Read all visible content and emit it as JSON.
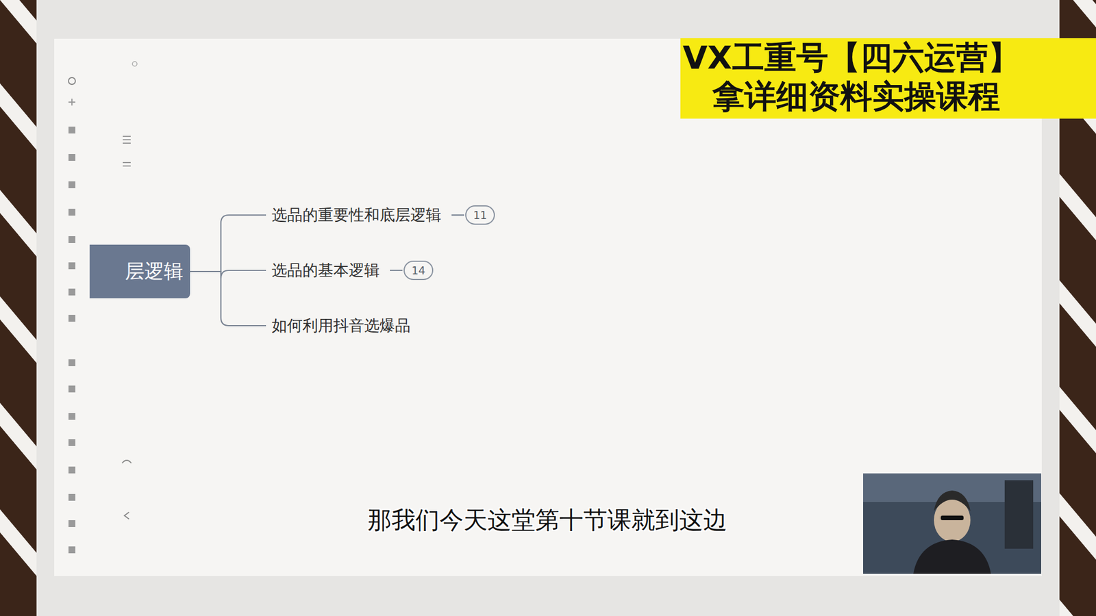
{
  "diagram": {
    "nodes": [
      {
        "text": [
          "层逻辑"
        ]
      },
      {
        "text": [
          "选品的重要性和底层逻辑"
        ]
      },
      {
        "text": [
          "选品的基本逻辑"
        ]
      },
      {
        "text": [
          "如何利用抖音选爆品"
        ]
      }
    ],
    "edges": [
      {
        "from": 0,
        "to": 1,
        "arrow": "none"
      },
      {
        "from": 0,
        "to": 2,
        "arrow": "none"
      },
      {
        "from": 0,
        "to": 3,
        "arrow": "none"
      }
    ],
    "labels": [
      "11",
      "14",
      "VX工重号【四六运营】",
      "拿详细资料实操课程",
      "那我们今天这堂第十节课就到这边"
    ]
  }
}
